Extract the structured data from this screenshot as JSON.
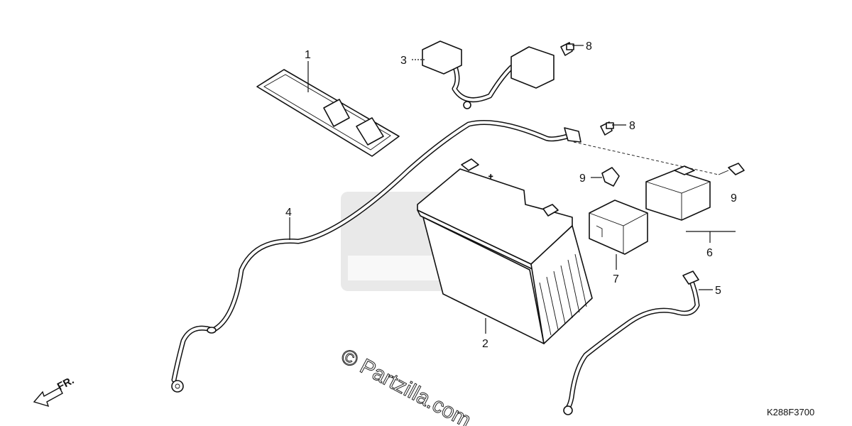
{
  "diagram": {
    "callouts": [
      {
        "id": "1",
        "label": "1"
      },
      {
        "id": "2",
        "label": "2"
      },
      {
        "id": "3",
        "label": "3"
      },
      {
        "id": "4",
        "label": "4"
      },
      {
        "id": "5",
        "label": "5"
      },
      {
        "id": "6",
        "label": "6"
      },
      {
        "id": "7",
        "label": "7"
      },
      {
        "id": "8a",
        "label": "8"
      },
      {
        "id": "8b",
        "label": "8"
      },
      {
        "id": "9a",
        "label": "9"
      },
      {
        "id": "9b",
        "label": "9"
      }
    ],
    "direction_label": "FR.",
    "watermark": "© Partzilla.com",
    "figure_code": "K288F3700"
  }
}
